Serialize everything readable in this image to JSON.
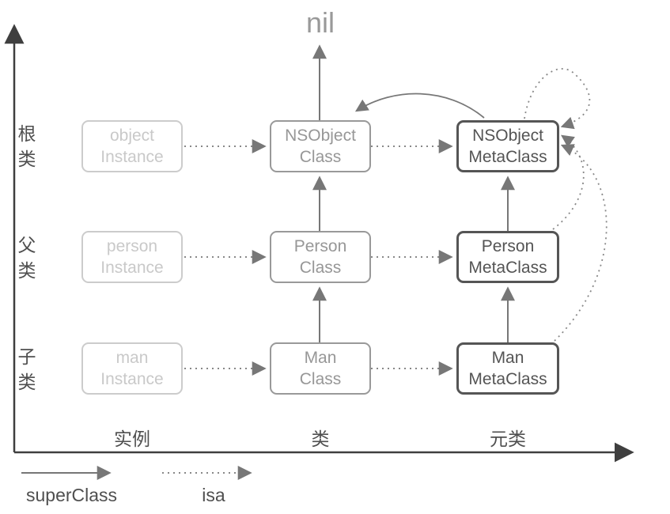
{
  "nil_label": "nil",
  "rows": [
    {
      "axis_label": "根\n类",
      "instance": {
        "l1": "object",
        "l2": "Instance"
      },
      "cls": {
        "l1": "NSObject",
        "l2": "Class"
      },
      "meta": {
        "l1": "NSObject",
        "l2": "MetaClass"
      }
    },
    {
      "axis_label": "父\n类",
      "instance": {
        "l1": "person",
        "l2": "Instance"
      },
      "cls": {
        "l1": "Person",
        "l2": "Class"
      },
      "meta": {
        "l1": "Person",
        "l2": "MetaClass"
      }
    },
    {
      "axis_label": "子\n类",
      "instance": {
        "l1": "man",
        "l2": "Instance"
      },
      "cls": {
        "l1": "Man",
        "l2": "Class"
      },
      "meta": {
        "l1": "Man",
        "l2": "MetaClass"
      }
    }
  ],
  "x_axis_labels": [
    "实例",
    "类",
    "元类"
  ],
  "legend": {
    "superclass_label": "superClass",
    "isa_label": "isa"
  },
  "colors": {
    "instance_box": "#cccccc",
    "class_box": "#999999",
    "metaclass_box": "#555555",
    "axis": "#3f3f3f",
    "arrow": "#777777",
    "nil_text": "#999999",
    "label_text": "#4f4f4f",
    "background": "#ffffff"
  },
  "relationships": {
    "solid_arrow_meaning": "superClass",
    "dotted_arrow_meaning": "isa"
  }
}
